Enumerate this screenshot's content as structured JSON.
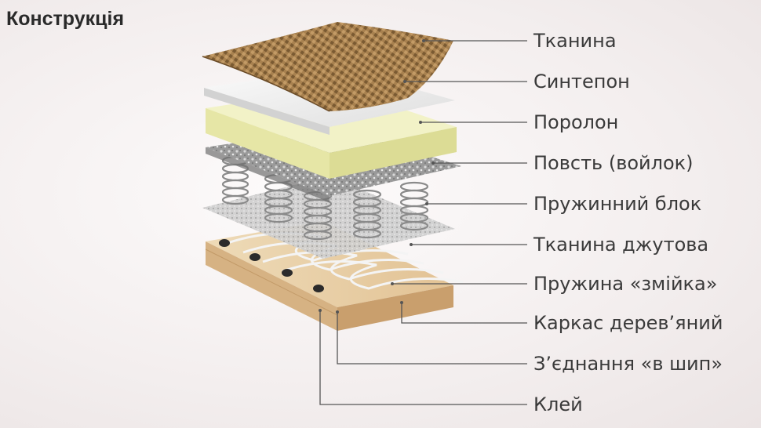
{
  "title": "Конструкція",
  "layers": [
    {
      "id": "fabric",
      "label": "Тканина"
    },
    {
      "id": "sintepon",
      "label": "Синтепон"
    },
    {
      "id": "porolon",
      "label": "Поролон"
    },
    {
      "id": "felt",
      "label": "Повсть (войлок)"
    },
    {
      "id": "spring-block",
      "label": "Пружинний блок"
    },
    {
      "id": "jute",
      "label": "Тканина джутова"
    },
    {
      "id": "zigzag",
      "label": "Пружина «змійка»"
    },
    {
      "id": "frame",
      "label": "Каркас дерев’яний"
    },
    {
      "id": "joint",
      "label": "З’єднання «в шип»"
    },
    {
      "id": "glue",
      "label": "Клей"
    }
  ],
  "colors": {
    "fabric": "#a07a48",
    "porolon": "#efeec0",
    "wood": "#e9cfa6",
    "leader": "#555555"
  }
}
